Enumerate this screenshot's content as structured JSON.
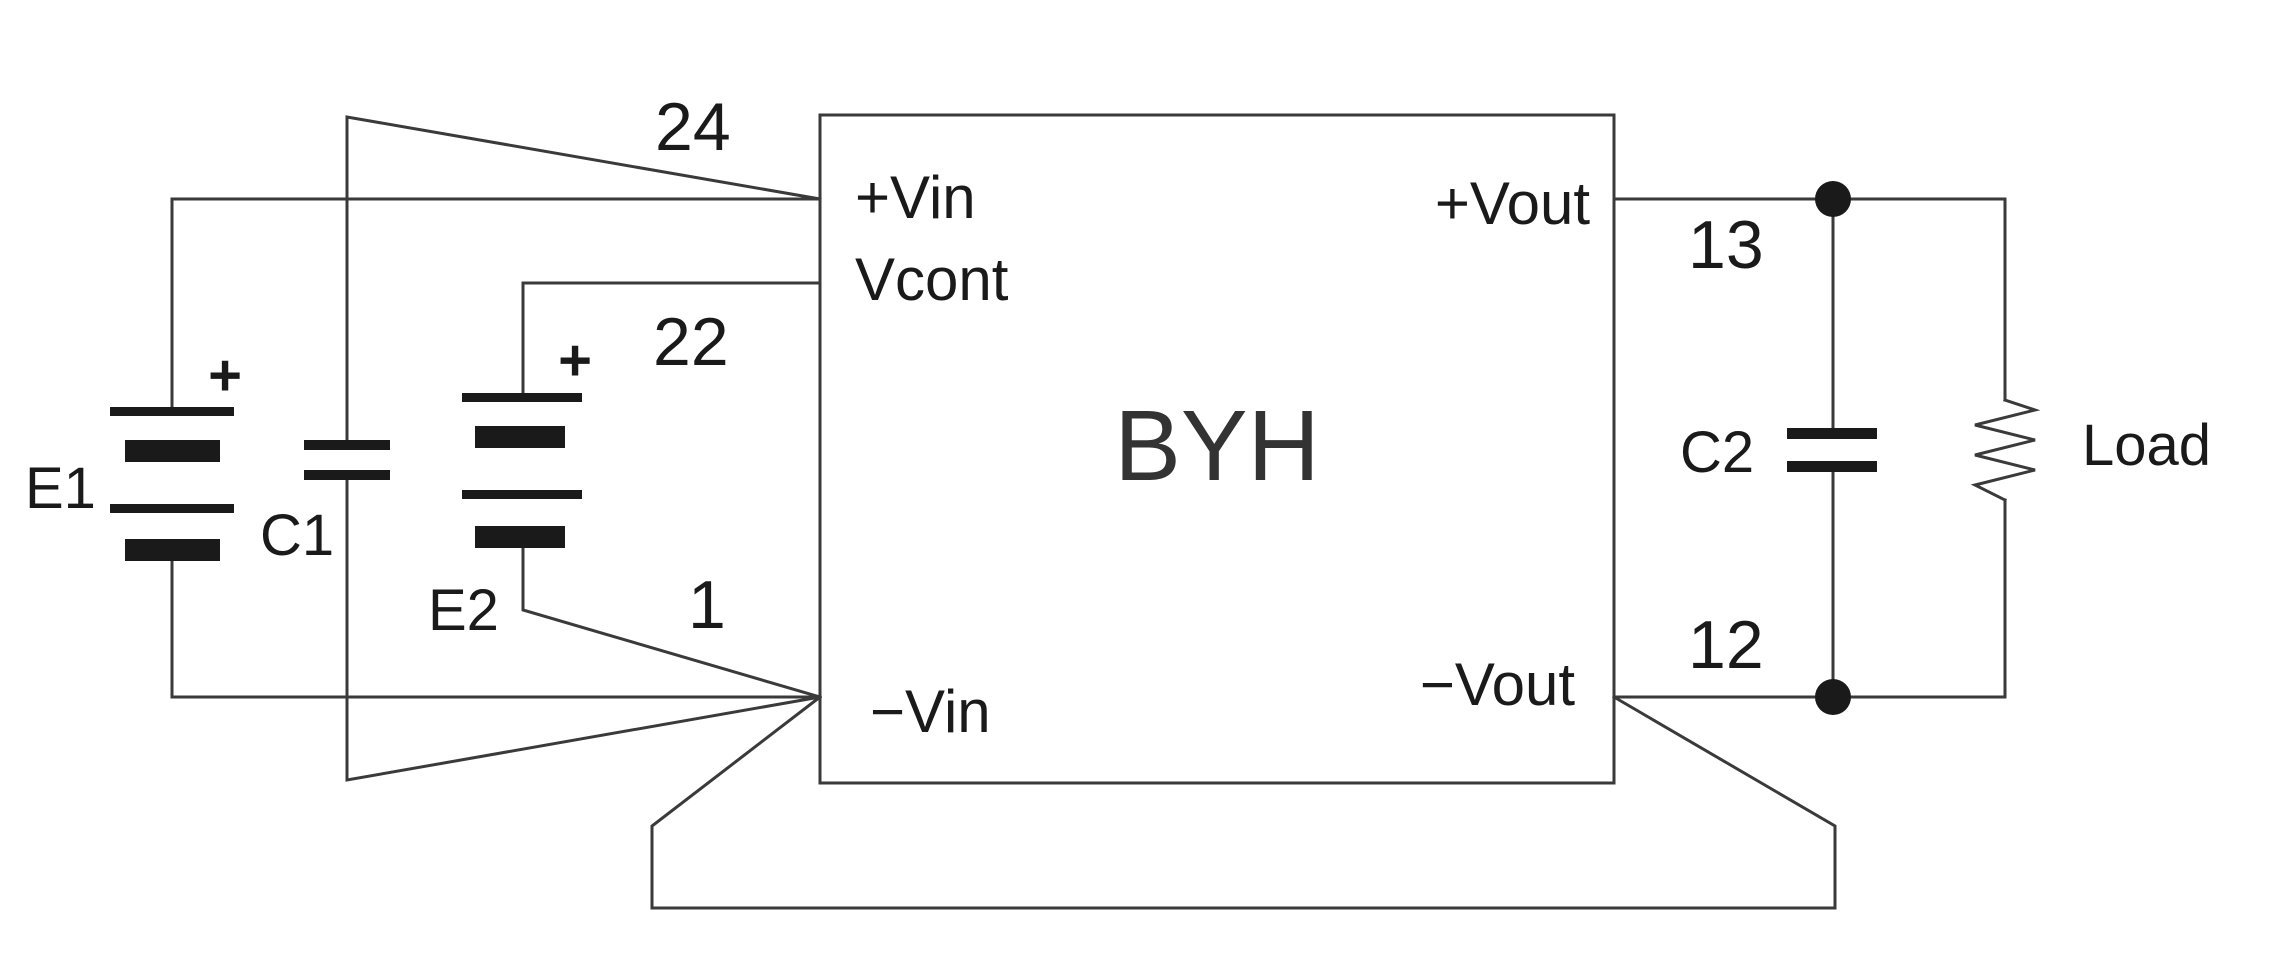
{
  "module": {
    "name": "BYH",
    "pins": {
      "vin_pos": "+Vin",
      "vcont": "Vcont",
      "vin_neg": "−Vin",
      "vout_pos": "+Vout",
      "vout_neg": "−Vout"
    }
  },
  "pin_numbers": {
    "vin_pos": "24",
    "vcont": "22",
    "vin_neg": "1",
    "vout_pos": "13",
    "vout_neg": "12"
  },
  "components": {
    "e1": "E1",
    "c1": "C1",
    "e2": "E2",
    "c2": "C2",
    "load": "Load"
  },
  "polarity": {
    "e1_plus": "+",
    "e2_plus": "+"
  },
  "colors": {
    "wire": "#3a3a3a",
    "ink": "#1a1a1a",
    "background": "#ffffff"
  }
}
